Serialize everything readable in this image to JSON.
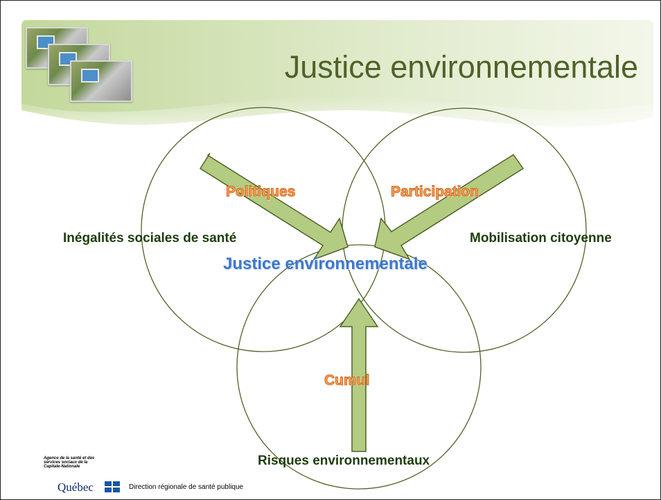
{
  "slide": {
    "title": "Justice environnementale"
  },
  "diagram": {
    "circles": [
      {
        "label": "Inégalités sociales de santé"
      },
      {
        "label": "Mobilisation citoyenne"
      },
      {
        "label": "Risques environnementaux"
      }
    ],
    "arrows": [
      {
        "label": "Politiques"
      },
      {
        "label": "Participation"
      },
      {
        "label": "Cumul"
      }
    ],
    "center_label": "Justice environnementale"
  },
  "footer": {
    "agency_text": "Agence de la santé et des services sociaux de la Capitale-Nationale",
    "quebec_wordmark": "Québec",
    "department": "Direction régionale de santé publique"
  },
  "colors": {
    "title": "#4f6228",
    "circle_stroke": "#4f6228",
    "arrow_fill": "#b3cc82",
    "arrow_stroke": "#4f6228",
    "arrow_label": "#f5a35a",
    "center_label": "#3f78cc",
    "header_band": "#c5d9a0"
  }
}
